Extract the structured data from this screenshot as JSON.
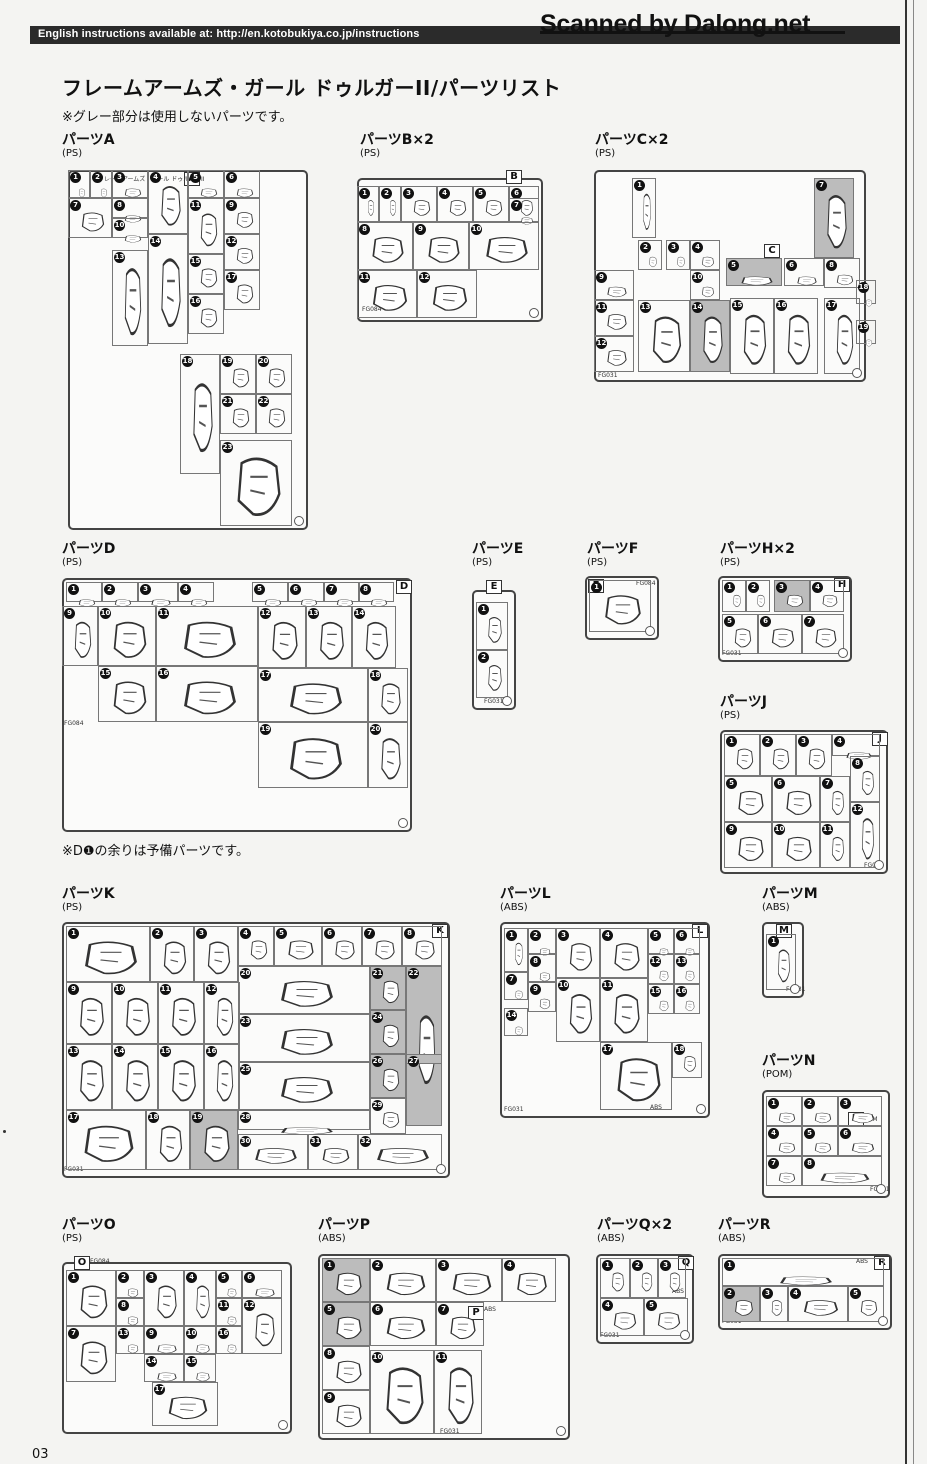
{
  "header": {
    "url_line": "English instructions available at: http://en.kotobukiya.co.jp/instructions",
    "watermark": "Scanned by Dalong.net"
  },
  "title": "フレームアームズ・ガール ドゥルガーII/パーツリスト",
  "note": "※グレー部分は使用しないパーツです。",
  "spare_note": "※D❶の余りは予備パーツです。",
  "page_number": "03",
  "groups": {
    "A": {
      "name": "パーツA",
      "material": "(PS)",
      "runner_text": "フレームアームズ・ガール ドゥルガーII",
      "tab": "A"
    },
    "B": {
      "name": "パーツB×2",
      "material": "(PS)",
      "tab": "B",
      "code": "FG084"
    },
    "C": {
      "name": "パーツC×2",
      "material": "(PS)",
      "tab": "C",
      "code": "FG031"
    },
    "D": {
      "name": "パーツD",
      "material": "(PS)",
      "tab": "D",
      "code": "FG084"
    },
    "E": {
      "name": "パーツE",
      "material": "(PS)",
      "tab": "E",
      "code": "FG031"
    },
    "F": {
      "name": "パーツF",
      "material": "(PS)",
      "tab": "F",
      "code": "FG084"
    },
    "H": {
      "name": "パーツH×2",
      "material": "(PS)",
      "tab": "H",
      "code": "FG031"
    },
    "J": {
      "name": "パーツJ",
      "material": "(PS)",
      "tab": "J",
      "code": "FG031"
    },
    "K": {
      "name": "パーツK",
      "material": "(PS)",
      "tab": "K",
      "code": "FG031"
    },
    "L": {
      "name": "パーツL",
      "material": "(ABS)",
      "tab": "L",
      "code": "FG031",
      "runner_label": "ABS"
    },
    "M": {
      "name": "パーツM",
      "material": "(ABS)",
      "tab": "M",
      "code": "FG031"
    },
    "N": {
      "name": "パーツN",
      "material": "(POM)",
      "tab": "N",
      "runner_label": "POM",
      "code": "FG031"
    },
    "O": {
      "name": "パーツO",
      "material": "(PS)",
      "tab": "O",
      "code": "FG084"
    },
    "P": {
      "name": "パーツP",
      "material": "(ABS)",
      "tab": "P",
      "runner_label": "ABS",
      "code": "FG031"
    },
    "Q": {
      "name": "パーツQ×2",
      "material": "(ABS)",
      "tab": "Q",
      "runner_label": "ABS",
      "code": "FG031"
    },
    "R": {
      "name": "パーツR",
      "material": "(ABS)",
      "tab": "R",
      "runner_label": "ABS",
      "code": "FG031"
    }
  },
  "parts": {
    "A": [
      "1",
      "2",
      "3",
      "4",
      "5",
      "6",
      "7",
      "8",
      "9",
      "10",
      "11",
      "12",
      "13",
      "14",
      "15",
      "16",
      "17",
      "18",
      "19",
      "20",
      "21",
      "22",
      "23"
    ],
    "B": [
      "1",
      "2",
      "3",
      "4",
      "5",
      "6",
      "7",
      "8",
      "9",
      "10",
      "11",
      "12"
    ],
    "C": [
      "1",
      "2",
      "3",
      "4",
      "5",
      "6",
      "7",
      "8",
      "9",
      "10",
      "11",
      "12",
      "13",
      "14",
      "15",
      "16",
      "17",
      "18",
      "19"
    ],
    "D": [
      "1",
      "2",
      "3",
      "4",
      "5",
      "6",
      "7",
      "8",
      "9",
      "10",
      "11",
      "12",
      "13",
      "14",
      "15",
      "16",
      "17",
      "18",
      "19",
      "20"
    ],
    "E": [
      "1",
      "2"
    ],
    "F": [
      "1"
    ],
    "H": [
      "1",
      "2",
      "3",
      "4",
      "5",
      "6",
      "7"
    ],
    "J": [
      "1",
      "2",
      "3",
      "4",
      "5",
      "6",
      "7",
      "8",
      "9",
      "10",
      "11",
      "12"
    ],
    "K": [
      "1",
      "2",
      "3",
      "4",
      "5",
      "6",
      "7",
      "8",
      "9",
      "10",
      "11",
      "12",
      "13",
      "14",
      "15",
      "16",
      "17",
      "18",
      "19",
      "20",
      "21",
      "22",
      "23",
      "24",
      "25",
      "26",
      "27",
      "28",
      "29",
      "30",
      "31",
      "32"
    ],
    "L": [
      "1",
      "2",
      "3",
      "4",
      "5",
      "6",
      "7",
      "8",
      "9",
      "10",
      "11",
      "12",
      "13",
      "14",
      "15",
      "16",
      "17",
      "18"
    ],
    "M": [
      "1"
    ],
    "N": [
      "1",
      "2",
      "3",
      "4",
      "5",
      "6",
      "7",
      "8"
    ],
    "O": [
      "1",
      "2",
      "3",
      "4",
      "5",
      "6",
      "7",
      "8",
      "9",
      "10",
      "11",
      "12",
      "13",
      "14",
      "15",
      "16",
      "17"
    ],
    "P": [
      "1",
      "2",
      "3",
      "4",
      "5",
      "6",
      "7",
      "8",
      "9",
      "10",
      "11"
    ],
    "Q": [
      "1",
      "2",
      "3",
      "4",
      "5"
    ],
    "R": [
      "1",
      "2",
      "3",
      "4",
      "5"
    ]
  },
  "unused_gray_parts": {
    "C": [
      "5",
      "7",
      "14"
    ],
    "H": [
      "3"
    ],
    "K": [
      "19",
      "21",
      "22",
      "24",
      "26",
      "27"
    ],
    "P": [
      "1",
      "5"
    ],
    "R": [
      "2"
    ]
  },
  "colors": {
    "unused_gray": "#bcbcbc",
    "header_bar": "#2b2b2b",
    "number_badge": "#111111"
  }
}
